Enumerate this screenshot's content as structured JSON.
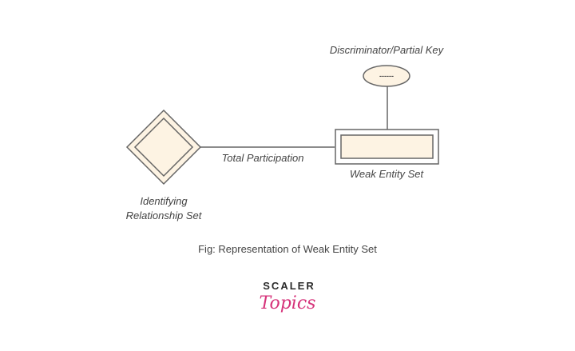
{
  "diagram": {
    "discriminator_label": "Discriminator/Partial Key",
    "discriminator_value": "------",
    "total_participation_label": "Total Participation",
    "weak_entity_label": "Weak Entity Set",
    "identifying_relationship_line1": "Identifying",
    "identifying_relationship_line2": "Relationship Set"
  },
  "caption": "Fig: Representation of Weak Entity Set",
  "brand": {
    "top": "SCALER",
    "bottom": "Topics",
    "accent_color": "#d6337a"
  },
  "colors": {
    "shape_fill": "#fdf3e3",
    "stroke": "#666666"
  }
}
